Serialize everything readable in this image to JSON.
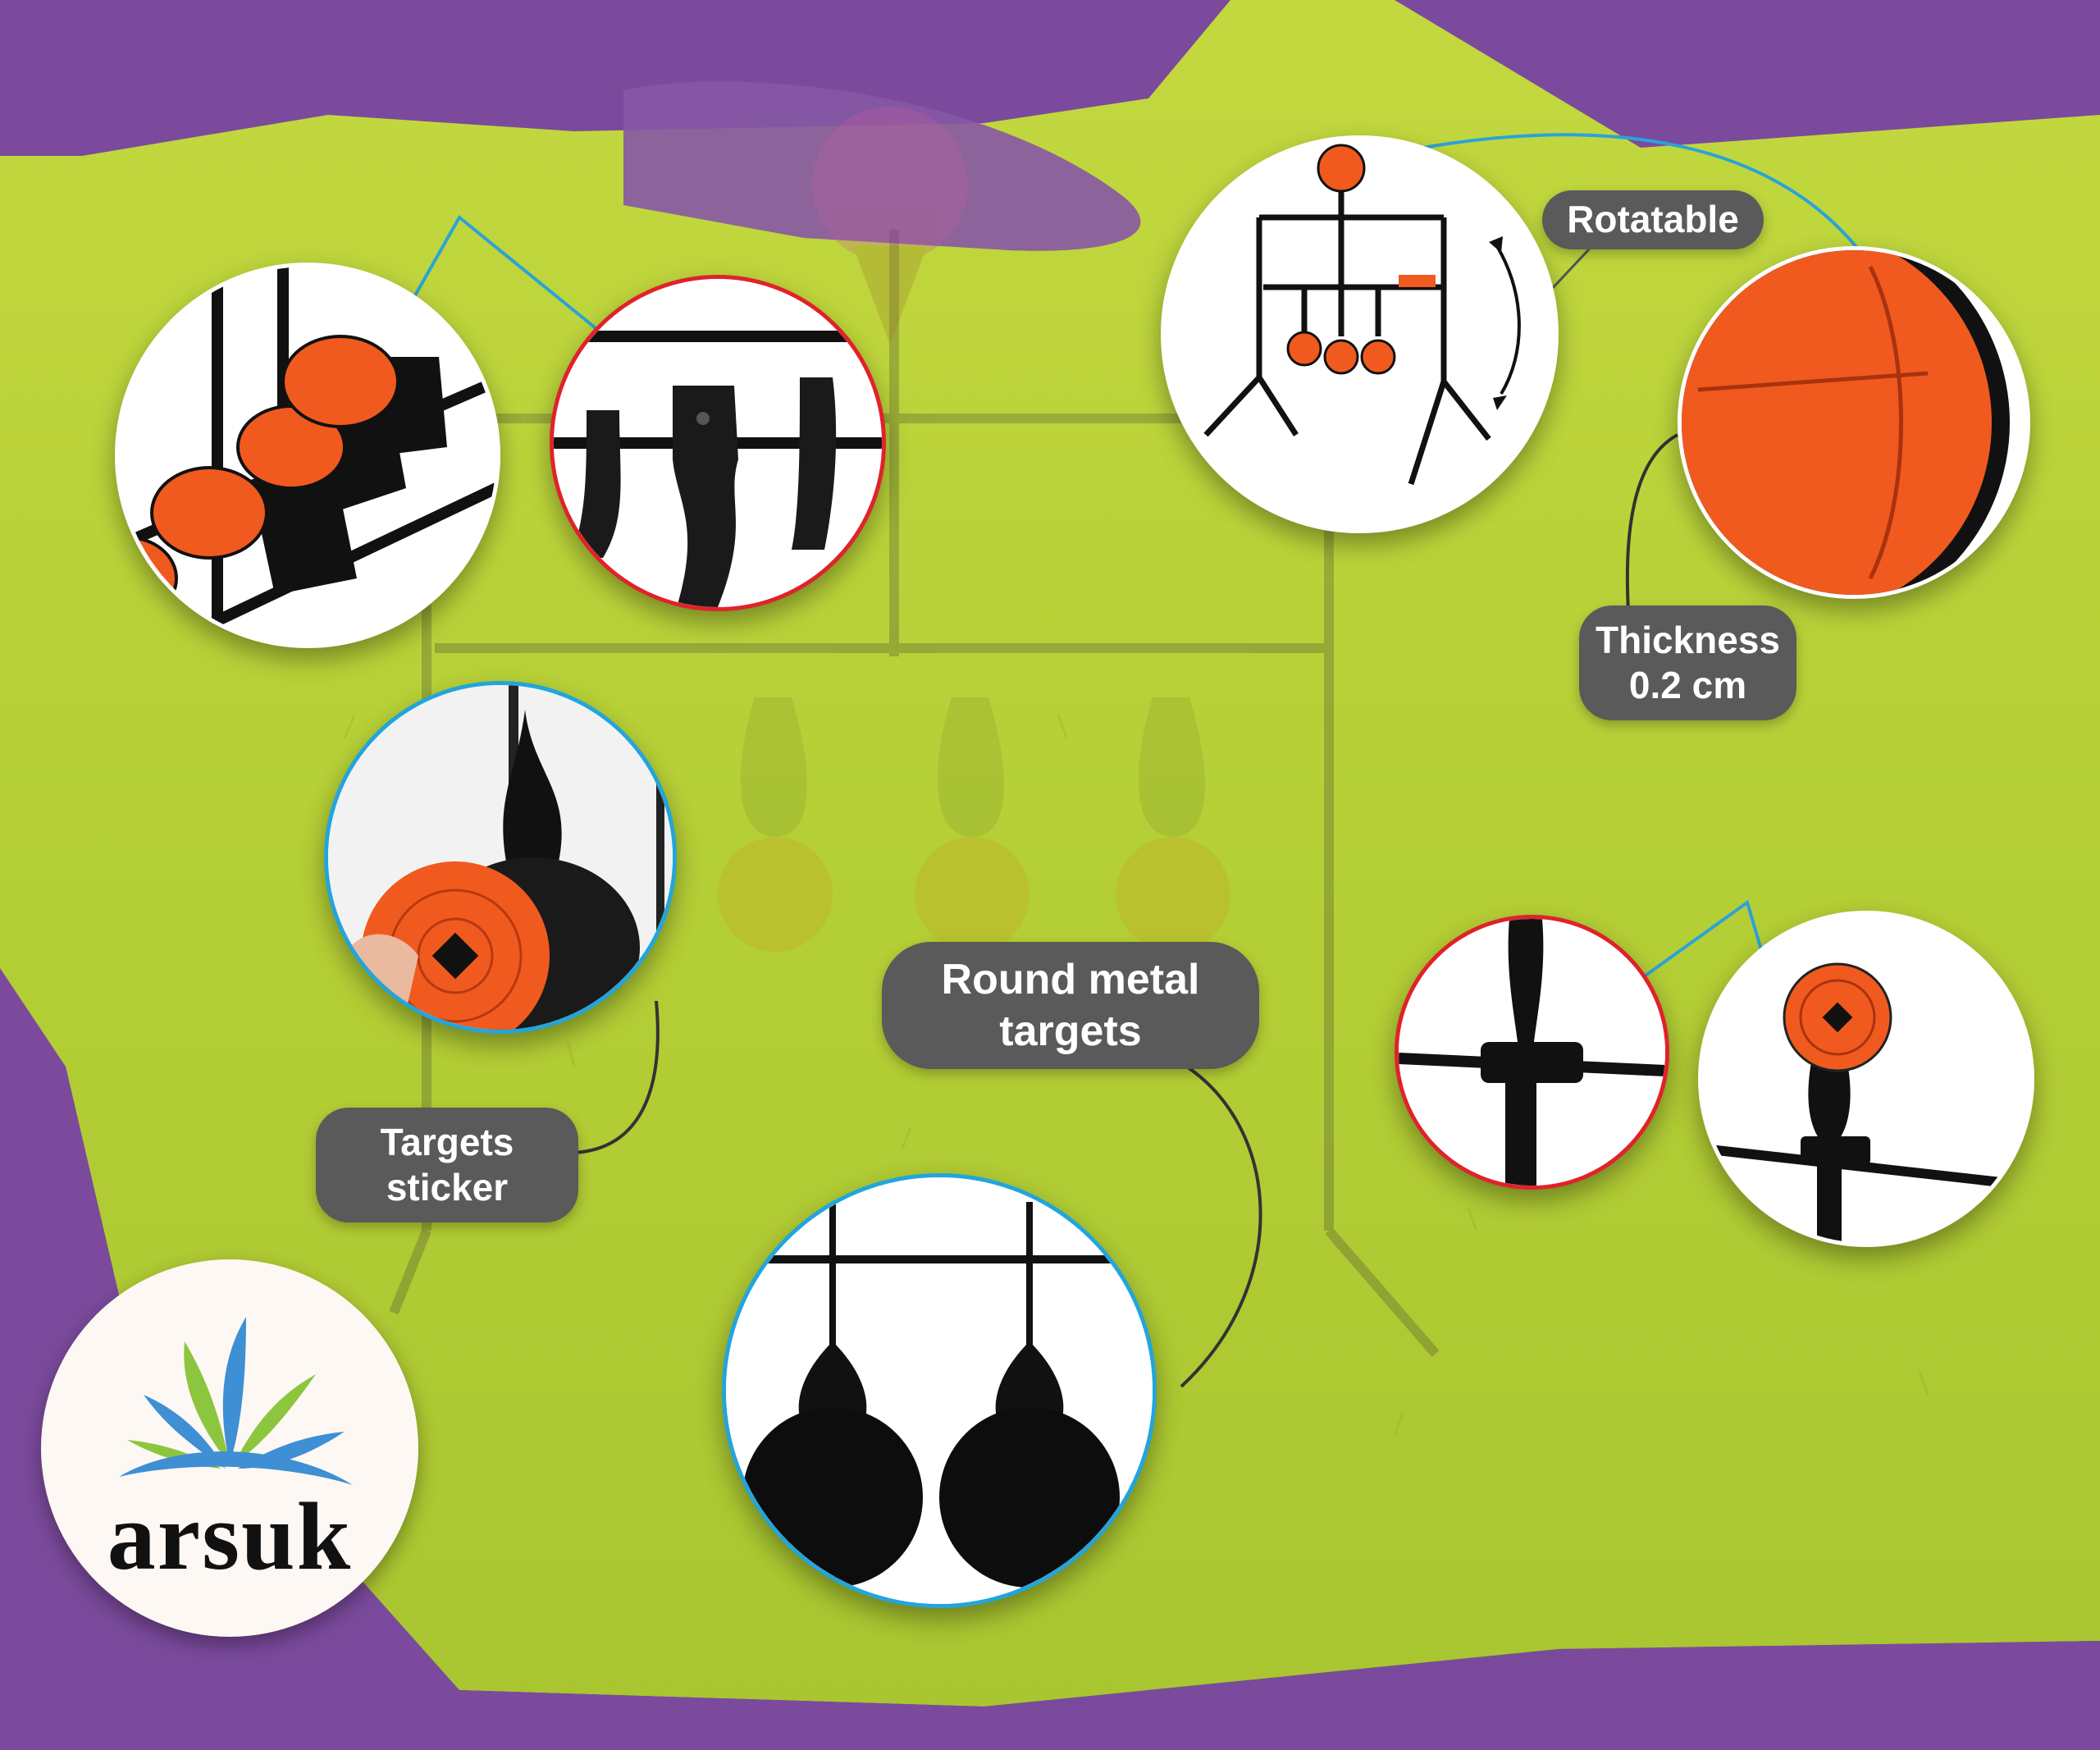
{
  "labels": {
    "rotatable": "Rotatable",
    "thickness_line1": "Thickness",
    "thickness_line2": "0.2 cm",
    "round_metal_line1": "Round metal",
    "round_metal_line2": "targets",
    "targets_sticker_line1": "Targets",
    "targets_sticker_line2": "sticker"
  },
  "brand": {
    "logo_text": "arsuk"
  },
  "colors": {
    "purple": "#7b4a9c",
    "lime": "#b8d23a",
    "orange": "#f05a1e",
    "red_border": "#e0222b",
    "blue_border": "#22a5dc",
    "pill": "#5a5a5a",
    "connector_blue": "#2ba3d8"
  },
  "icons": {
    "arrow": "rotate-arrow-icon",
    "target": "round-target-icon"
  }
}
